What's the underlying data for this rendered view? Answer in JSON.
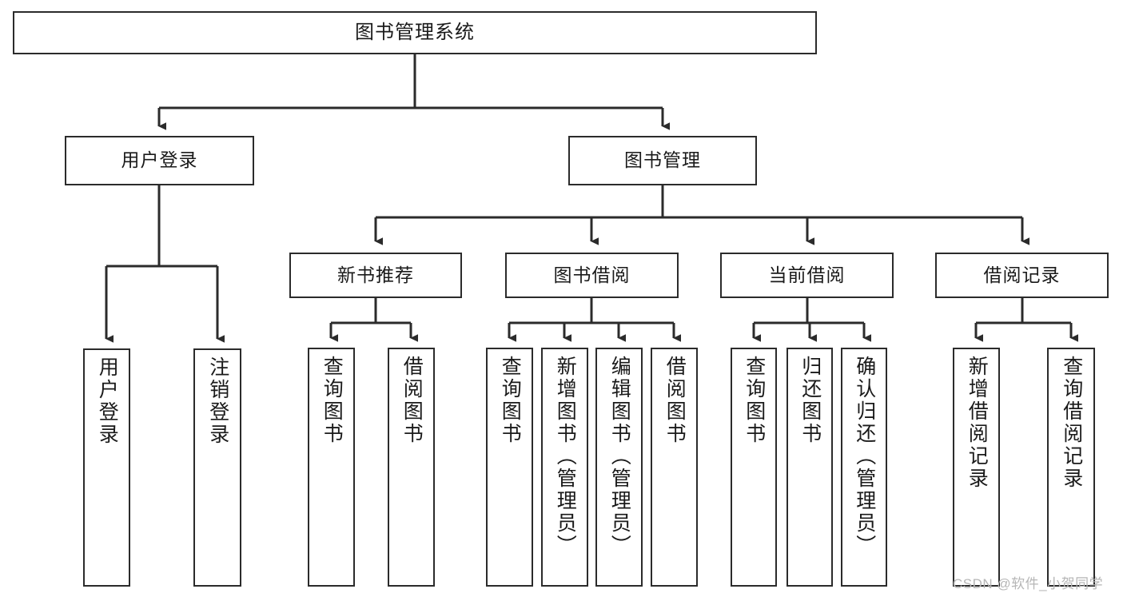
{
  "diagram": {
    "type": "tree-hierarchy-chart",
    "title": "图书管理系统",
    "watermark": "CSDN @软件_小贺同学",
    "colors": {
      "box_border": "#2b2b2b",
      "box_fill": "#ffffff",
      "connector": "#2b2b2b",
      "text": "#1a1a1a",
      "watermark": "#b6b6b6",
      "background": "#ffffff"
    },
    "nodes": {
      "root": {
        "label": "图书管理系统"
      },
      "level2": [
        {
          "id": "user-login",
          "label": "用户登录"
        },
        {
          "id": "book-manage",
          "label": "图书管理"
        }
      ],
      "level3": [
        {
          "id": "new-book-recommend",
          "label": "新书推荐"
        },
        {
          "id": "book-borrow",
          "label": "图书借阅"
        },
        {
          "id": "current-borrow",
          "label": "当前借阅"
        },
        {
          "id": "borrow-record",
          "label": "借阅记录"
        }
      ],
      "leaves": {
        "user_login": [
          {
            "id": "leaf-user-login",
            "label": "用户登录"
          },
          {
            "id": "leaf-logout-login",
            "label": "注销登录"
          }
        ],
        "new_book_recommend": [
          {
            "id": "leaf-query-book-1",
            "label": "查询图书"
          },
          {
            "id": "leaf-borrow-book-1",
            "label": "借阅图书"
          }
        ],
        "book_borrow": [
          {
            "id": "leaf-query-book-2",
            "label": "查询图书"
          },
          {
            "id": "leaf-add-book",
            "label": "新增图书（管理员）"
          },
          {
            "id": "leaf-edit-book",
            "label": "编辑图书（管理员）"
          },
          {
            "id": "leaf-borrow-book-2",
            "label": "借阅图书"
          }
        ],
        "current_borrow": [
          {
            "id": "leaf-query-book-3",
            "label": "查询图书"
          },
          {
            "id": "leaf-return-book",
            "label": "归还图书"
          },
          {
            "id": "leaf-confirm-return",
            "label": "确认归还（管理员）"
          }
        ],
        "borrow_record": [
          {
            "id": "leaf-add-record",
            "label": "新增借阅记录"
          },
          {
            "id": "leaf-query-record",
            "label": "查询借阅记录"
          }
        ]
      }
    }
  }
}
